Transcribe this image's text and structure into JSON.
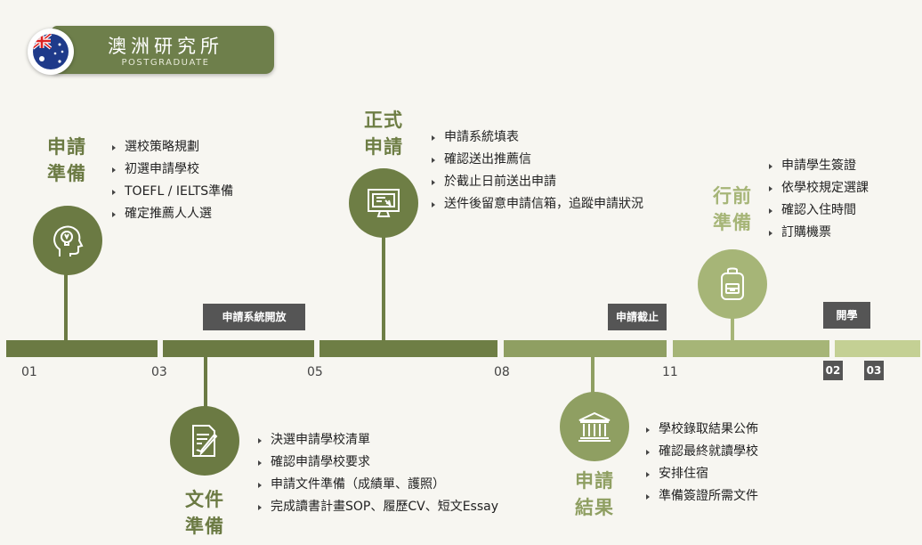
{
  "header": {
    "title": "澳洲研究所",
    "subtitle": "POSTGRADUATE",
    "flag_icon": "australia-flag-icon"
  },
  "colors": {
    "dark_green": "#6b7a43",
    "mid_green": "#7e9150",
    "light_green": "#a6b577",
    "pale_green": "#c4d094",
    "marker_gray": "#555555"
  },
  "timeline": {
    "months": [
      "01",
      "03",
      "05",
      "08",
      "11"
    ],
    "month_boxes": [
      "02",
      "03"
    ],
    "markers": [
      "申請系統開放",
      "申請截止",
      "開學"
    ]
  },
  "phases": {
    "prep": {
      "title_line1": "申請",
      "title_line2": "準備",
      "icon": "lightbulb-head-icon",
      "tasks": [
        "選校策略規劃",
        "初選申請學校",
        "TOEFL / IELTS準備",
        "確定推薦人人選"
      ]
    },
    "docs": {
      "title_line1": "文件",
      "title_line2": "準備",
      "icon": "document-pen-icon",
      "tasks": [
        "決選申請學校清單",
        "確認申請學校要求",
        "申請文件準備（成績單、護照）",
        "完成讀書計畫SOP、履歷CV、短文Essay"
      ]
    },
    "apply": {
      "title_line1": "正式",
      "title_line2": "申請",
      "icon": "computer-monitor-icon",
      "tasks": [
        "申請系統填表",
        "確認送出推薦信",
        "於截止日前送出申請",
        "送件後留意申請信箱，追蹤申請狀況"
      ]
    },
    "result": {
      "title_line1": "申請",
      "title_line2": "結果",
      "icon": "university-building-icon",
      "tasks": [
        "學校錄取結果公佈",
        "確認最終就讀學校",
        "安排住宿",
        "準備簽證所需文件"
      ]
    },
    "depart": {
      "title_line1": "行前",
      "title_line2": "準備",
      "icon": "backpack-icon",
      "tasks": [
        "申請學生簽證",
        "依學校規定選課",
        "確認入住時間",
        "訂購機票"
      ]
    }
  }
}
